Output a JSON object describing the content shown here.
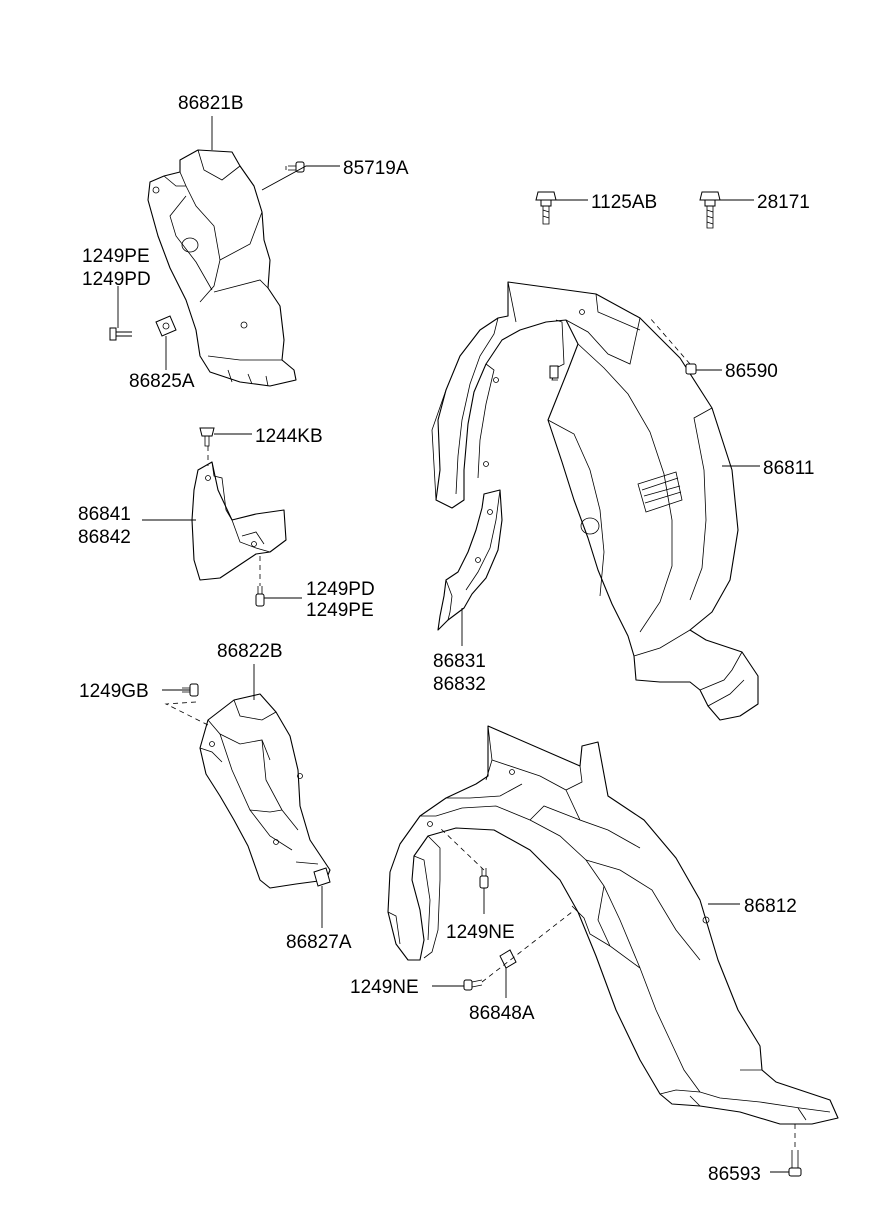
{
  "diagram": {
    "labels": {
      "p86821B": "86821B",
      "p85719A": "85719A",
      "p1125AB": "1125AB",
      "p28171": "28171",
      "p1249PE_a": "1249PE",
      "p1249PD_a": "1249PD",
      "p86825A": "86825A",
      "p86590": "86590",
      "p1244KB": "1244KB",
      "p86811": "86811",
      "p86841": "86841",
      "p86842": "86842",
      "p1249PD_b": "1249PD",
      "p1249PE_b": "1249PE",
      "p86831": "86831",
      "p86832": "86832",
      "p86822B": "86822B",
      "p1249GB": "1249GB",
      "p86812": "86812",
      "p86827A": "86827A",
      "p1249NE_a": "1249NE",
      "p1249NE_b": "1249NE",
      "p86848A": "86848A",
      "p86593": "86593"
    }
  }
}
